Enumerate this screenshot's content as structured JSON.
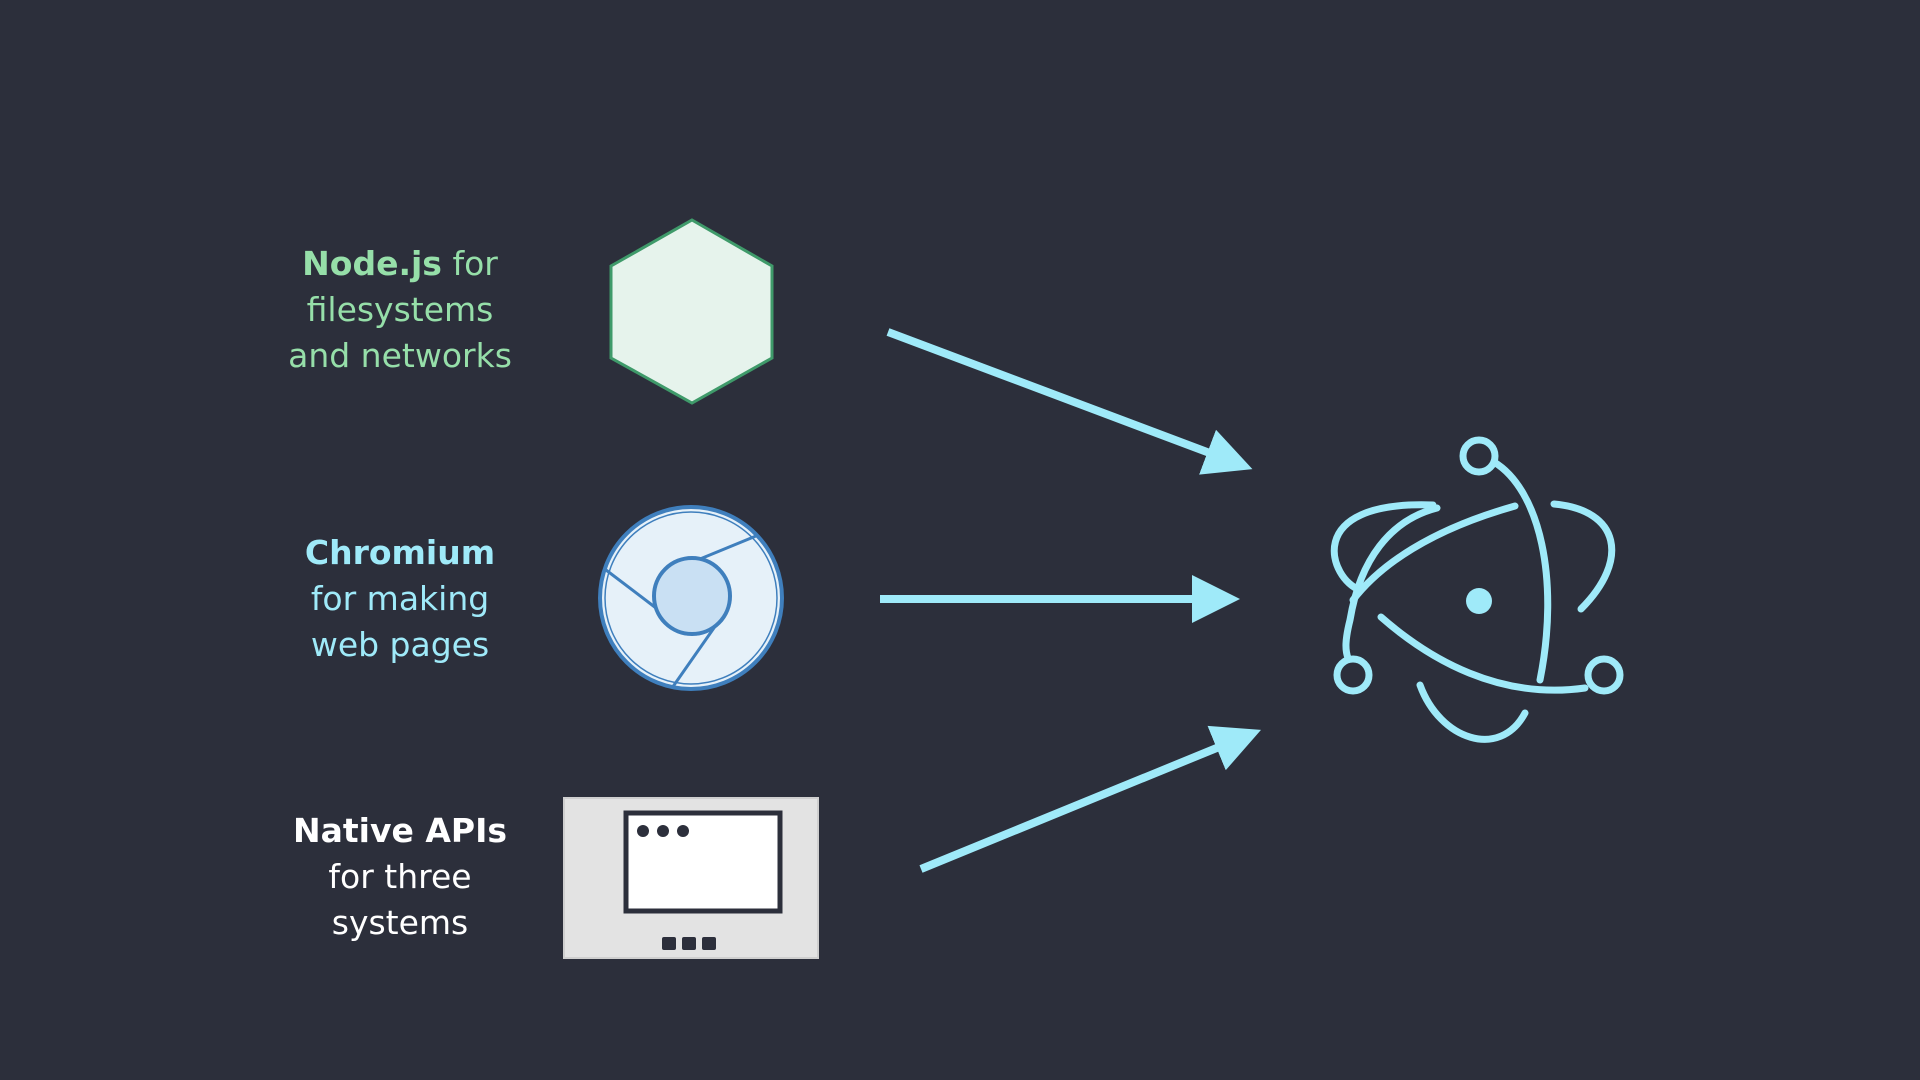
{
  "sources": [
    {
      "name": "Node.js",
      "lines": [
        "for",
        "filesystems",
        "and networks"
      ],
      "color": "#96dfa9",
      "icon": "nodejs-hexagon-icon"
    },
    {
      "name": "Chromium",
      "lines": [
        "for making",
        "web pages"
      ],
      "color": "#9feaf9",
      "icon": "chromium-icon"
    },
    {
      "name": "Native APIs",
      "lines": [
        "for three",
        "systems"
      ],
      "color": "#ffffff",
      "icon": "native-window-icon"
    }
  ],
  "target": {
    "icon": "electron-atom-icon",
    "color": "#9feaf9"
  },
  "colors": {
    "background": "#2c2f3b",
    "arrow": "#9feaf9"
  }
}
